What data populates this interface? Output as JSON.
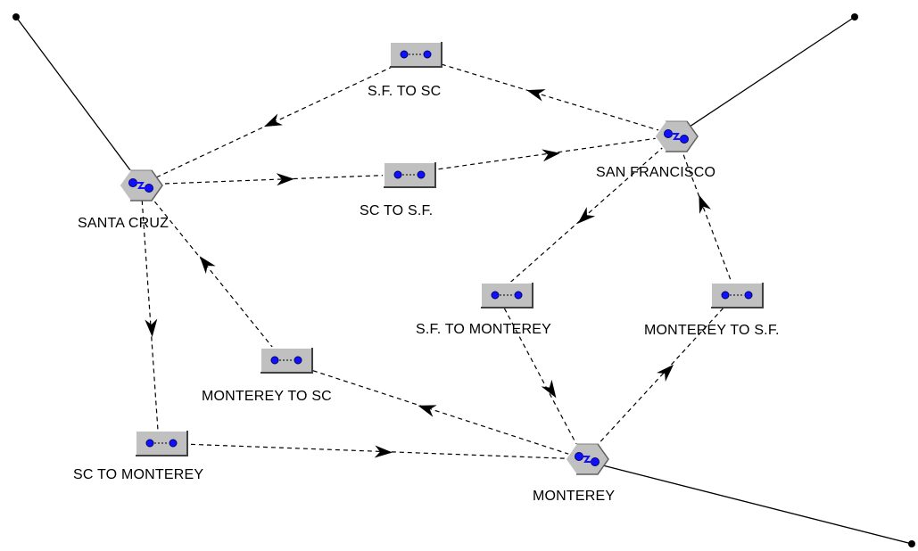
{
  "diagram": {
    "nodes": [
      {
        "id": "santa-cruz",
        "label": "SANTA CRUZ",
        "kind": "hub-icon"
      },
      {
        "id": "san-francisco",
        "label": "SAN FRANCISCO",
        "kind": "hub-icon"
      },
      {
        "id": "monterey",
        "label": "MONTEREY",
        "kind": "hub-icon"
      },
      {
        "id": "sf-to-sc",
        "label": "S.F. TO SC",
        "kind": "link-icon"
      },
      {
        "id": "sc-to-sf",
        "label": "SC TO S.F.",
        "kind": "link-icon"
      },
      {
        "id": "sf-to-monterey",
        "label": "S.F. TO MONTEREY",
        "kind": "link-icon"
      },
      {
        "id": "monterey-to-sf",
        "label": "MONTEREY TO S.F.",
        "kind": "link-icon"
      },
      {
        "id": "monterey-to-sc",
        "label": "MONTEREY TO SC",
        "kind": "link-icon"
      },
      {
        "id": "sc-to-monterey",
        "label": "SC TO MONTEREY",
        "kind": "link-icon"
      }
    ],
    "flows": [
      {
        "from": "san-francisco",
        "via": "sf-to-sc",
        "to": "santa-cruz"
      },
      {
        "from": "santa-cruz",
        "via": "sc-to-sf",
        "to": "san-francisco"
      },
      {
        "from": "san-francisco",
        "via": "sf-to-monterey",
        "to": "monterey"
      },
      {
        "from": "monterey",
        "via": "monterey-to-sf",
        "to": "san-francisco"
      },
      {
        "from": "monterey",
        "via": "monterey-to-sc",
        "to": "santa-cruz"
      },
      {
        "from": "santa-cruz",
        "via": "sc-to-monterey",
        "to": "monterey"
      }
    ],
    "external_links": [
      "santa-cruz",
      "san-francisco",
      "monterey"
    ],
    "colors": {
      "line": "#000000",
      "icon_fill": "#c0c0c0",
      "icon_shadow": "#808080",
      "icon_highlight": "#ffffff",
      "port_blue": "#1010ff"
    }
  }
}
